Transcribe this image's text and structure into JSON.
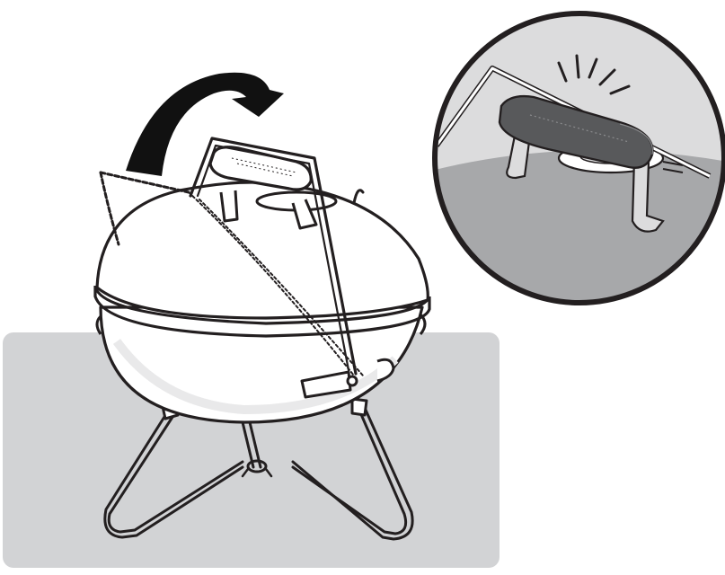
{
  "figure": {
    "subject": "portable-kettle-grill",
    "step": "lid-lock-wire-swing",
    "colors": {
      "background": "#ffffff",
      "surface_panel": "#d2d3d5",
      "line": "#231f20",
      "arrow": "#111111",
      "grill_fill": "#ffffff",
      "grill_shade": "#e9e9ea",
      "inset_ground": "#a7a8aa",
      "inset_sky": "#dcdcdd",
      "handle_dark": "#58595b",
      "handle_light": "#e6e6e7"
    },
    "icons": {
      "rotation_arrow": "curved-arrow-icon",
      "click_marks": "click-sound-icon"
    },
    "inset": {
      "shows": "lid-handle-locked-closeup"
    }
  }
}
